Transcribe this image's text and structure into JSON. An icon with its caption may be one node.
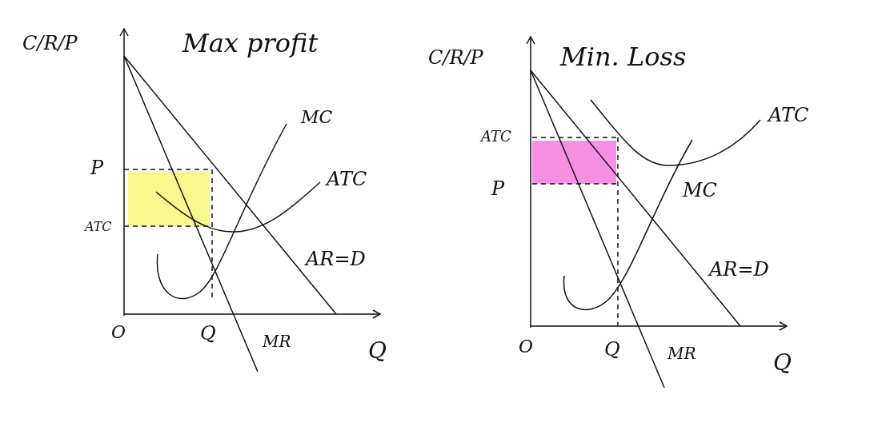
{
  "diagram": {
    "labels": [
      "C/R/P",
      "Max profit",
      "MC",
      "P",
      "ATC",
      "ATC",
      "AR=D",
      "O",
      "Q",
      "MR",
      "Q",
      "C/R/P",
      "Min. Loss",
      "ATC",
      "ATC",
      "P",
      "MC",
      "AR=D",
      "O",
      "Q",
      "MR",
      "Q"
    ]
  }
}
